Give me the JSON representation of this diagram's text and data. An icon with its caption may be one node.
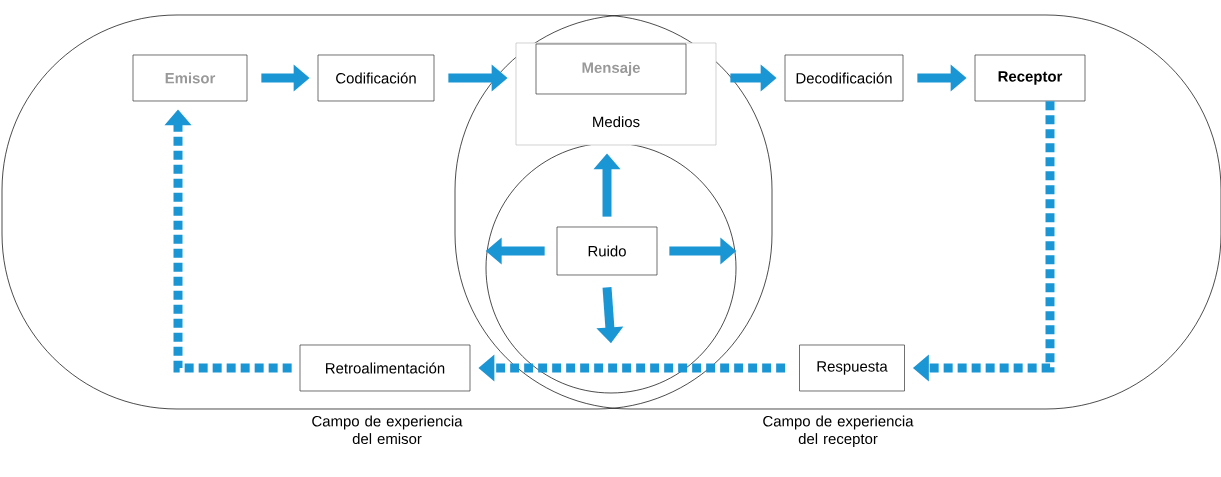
{
  "diagram": {
    "nodes": [
      {
        "text": [
          "Campo de experiencia del emisor"
        ]
      },
      {
        "text": [
          "Campo de experiencia del receptor"
        ]
      },
      {
        "text": [],
        "shape": "circle"
      },
      {
        "text": [
          "Emisor"
        ],
        "in": 0
      },
      {
        "text": [
          "Codificación"
        ],
        "in": 0
      },
      {
        "text": [
          "Medios"
        ]
      },
      {
        "text": [
          "Mensaje"
        ],
        "in": 5
      },
      {
        "text": [
          "Decodificación"
        ],
        "in": 1
      },
      {
        "text": [
          "Receptor"
        ],
        "in": 1
      },
      {
        "text": [
          "Ruido"
        ],
        "in": 2
      },
      {
        "text": [
          "Respuesta"
        ],
        "in": 1
      },
      {
        "text": [
          "Retroalimentación"
        ],
        "in": 0
      }
    ],
    "edges": [
      {
        "from": 3,
        "to": 4,
        "arrow": "to"
      },
      {
        "from": 4,
        "to": 5,
        "arrow": "to"
      },
      {
        "from": 5,
        "to": 7,
        "arrow": "to"
      },
      {
        "from": 7,
        "to": 8,
        "arrow": "to"
      },
      {
        "from": 8,
        "to": 10,
        "arrow": "to",
        "style": "dashed"
      },
      {
        "from": 10,
        "to": 11,
        "arrow": "to",
        "style": "dashed"
      },
      {
        "from": 11,
        "to": 3,
        "arrow": "to",
        "style": "dashed"
      },
      {
        "from": 9,
        "to": 5,
        "arrow": "to"
      },
      {
        "from": 9,
        "to": 2,
        "arrow": "to"
      },
      {
        "from": 9,
        "to": 2,
        "arrow": "to"
      },
      {
        "from": 9,
        "to": 2,
        "arrow": "to"
      }
    ]
  }
}
